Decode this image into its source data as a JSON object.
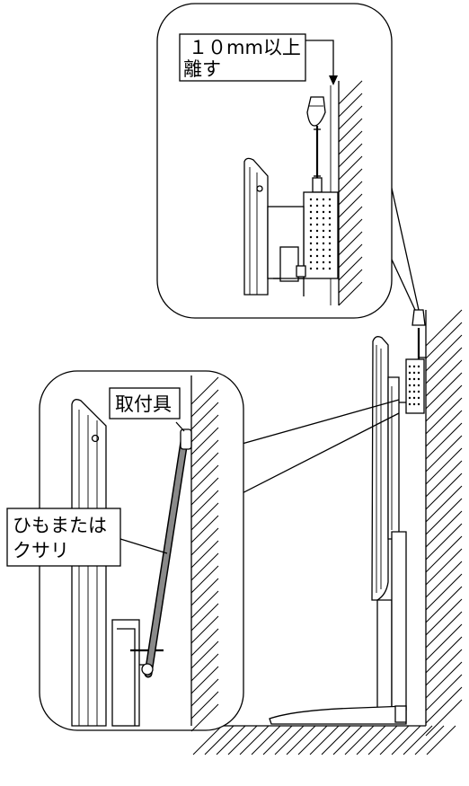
{
  "labels": {
    "clearance": {
      "line1": "１０mm以上",
      "line2": "離す"
    },
    "bracket": "取付具",
    "cord": {
      "line1": "ひもまたは",
      "line2": "クサリ"
    }
  },
  "colors": {
    "line": "#000000",
    "background": "#ffffff",
    "cord": "#8a8a8a"
  }
}
